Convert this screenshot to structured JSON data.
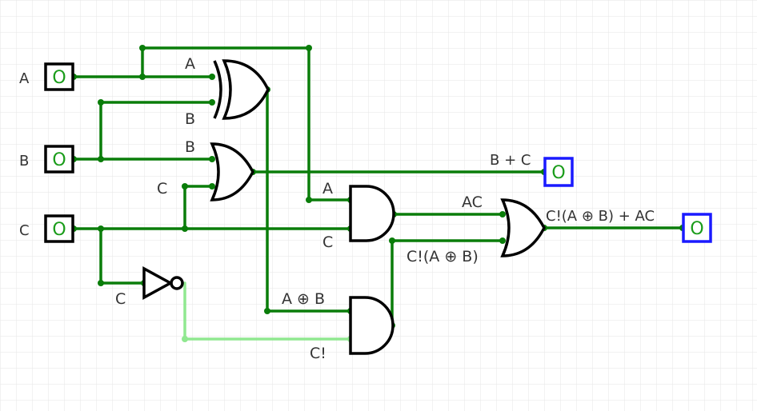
{
  "inputs": {
    "a": {
      "label": "A",
      "value": "O"
    },
    "b": {
      "label": "B",
      "value": "O"
    },
    "c": {
      "label": "C",
      "value": "O"
    }
  },
  "outputs": {
    "b_or_c": {
      "label": "B + C",
      "value": "O"
    },
    "final": {
      "label": "C!(A ⊕ B) + AC",
      "value": "O"
    }
  },
  "gate_labels": {
    "xor_a": "A",
    "xor_b": "B",
    "or_b": "B",
    "or_c": "C",
    "not_c": "C",
    "and1_a": "A",
    "and1_c": "C",
    "and2_xor": "A ⊕ B",
    "and2_cnot": "C!",
    "or2_ac": "AC",
    "or2_cxor": "C!(A ⊕ B)"
  },
  "colors": {
    "wire_low": "#0a7d0a",
    "wire_high": "#90e890",
    "input_border": "#000000",
    "output_border": "#1a1aff",
    "grid": "#e6e6e6"
  }
}
